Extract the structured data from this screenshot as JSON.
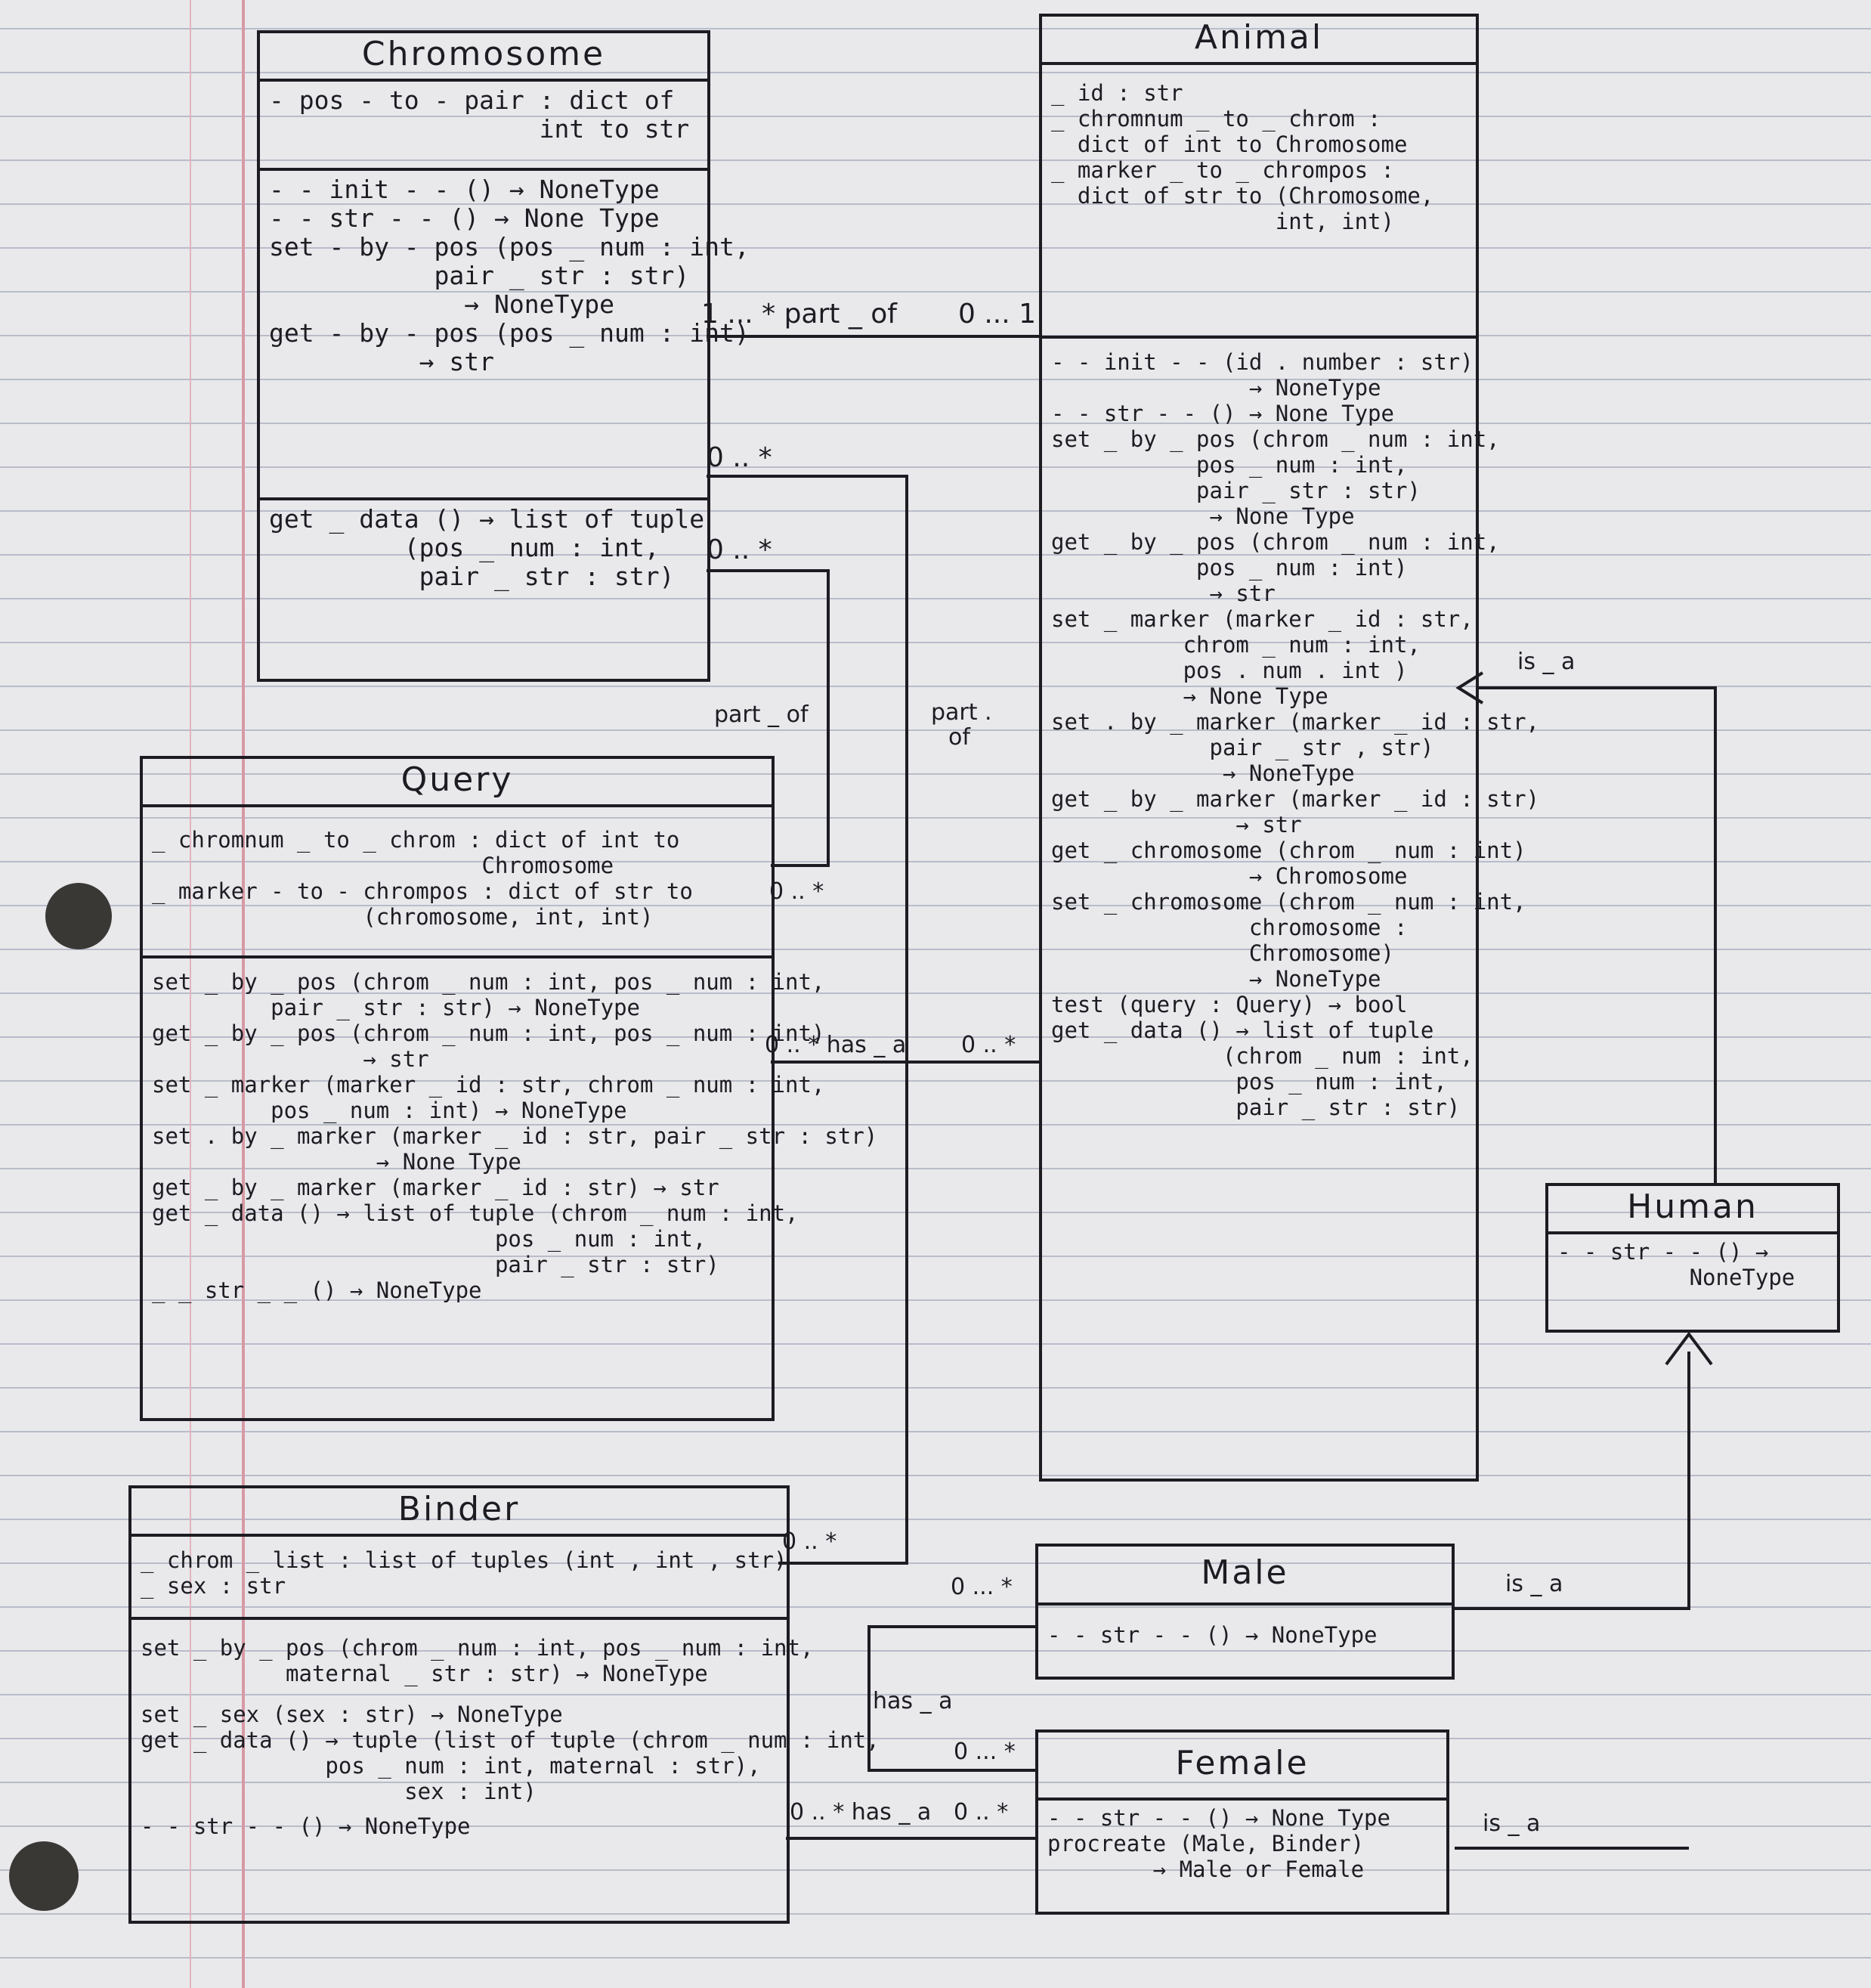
{
  "classes": {
    "chromosome": {
      "name": "Chromosome",
      "attributes": [
        "- pos - to - pair : dict of",
        "                  int to str"
      ],
      "methods": [
        "- - init - - () → NoneType",
        "- - str - - () → None Type",
        "set - by - pos (pos _ num : int,",
        "           pair _ str : str)",
        "             → NoneType",
        "get - by - pos (pos _ num : int)",
        "          → str"
      ],
      "methods2": [
        "get _ data () → list of tuple",
        "         (pos _ num : int,",
        "          pair _ str : str)"
      ]
    },
    "animal": {
      "name": "Animal",
      "attributes": [
        "_ id : str",
        "_ chromnum _ to _ chrom :",
        "  dict of int to Chromosome",
        "_ marker _ to _ chrompos :",
        "  dict of str to (Chromosome,",
        "                 int, int)"
      ],
      "methods": [
        "- - init - - (id . number : str)",
        "               → NoneType",
        "- - str - - () → None Type",
        "set _ by _ pos (chrom _ num : int,",
        "           pos _ num : int,",
        "           pair _ str : str)",
        "            → None Type",
        "get _ by _ pos (chrom _ num : int,",
        "           pos _ num : int)",
        "            → str",
        "set _ marker (marker _ id : str,",
        "          chrom _ num : int,",
        "          pos . num . int )",
        "          → None Type",
        "set . by _ marker (marker _ id : str,",
        "            pair _ str , str)",
        "             → NoneType",
        "get _ by _ marker (marker _ id : str)",
        "              → str",
        "get _ chromosome (chrom _ num : int)",
        "               → Chromosome",
        "set _ chromosome (chrom _ num : int,",
        "               chromosome :",
        "               Chromosome)",
        "               → NoneType",
        "test (query : Query) → bool",
        "get _ data () → list of tuple",
        "             (chrom _ num : int,",
        "              pos _ num : int,",
        "              pair _ str : str)"
      ]
    },
    "query": {
      "name": "Query",
      "attributes": [
        "_ chromnum _ to _ chrom : dict of int to",
        "                         Chromosome",
        "_ marker - to - chrompos : dict of str to",
        "                (chromosome, int, int)"
      ],
      "methods": [
        "set _ by _ pos (chrom _ num : int, pos _ num : int,",
        "         pair _ str : str) → NoneType",
        "get _ by _ pos (chrom _ num : int, pos _ num : int)",
        "                → str",
        "set _ marker (marker _ id : str, chrom _ num : int,",
        "         pos _ num : int) → NoneType",
        "set . by _ marker (marker _ id : str, pair _ str : str)",
        "                 → None Type",
        "get _ by _ marker (marker _ id : str) → str",
        "get _ data () → list of tuple (chrom _ num : int,",
        "                          pos _ num : int,",
        "                          pair _ str : str)",
        "_ _ str _ _ () → NoneType"
      ]
    },
    "binder": {
      "name": "Binder",
      "attributes": [
        "_ chrom _ list : list of tuples (int , int , str)",
        "_ sex : str"
      ],
      "methods": [
        "set _ by _ pos (chrom _ num : int, pos _ num : int,",
        "           maternal _ str : str) → NoneType",
        "set _ sex (sex : str) → NoneType",
        "get _ data () → tuple (list of tuple (chrom _ num : int,",
        "              pos _ num : int, maternal : str),",
        "                    sex : int)",
        "- - str - - () → NoneType"
      ]
    },
    "human": {
      "name": "Human",
      "methods": [
        "- - str - - () →",
        "          NoneType"
      ]
    },
    "male": {
      "name": "Male",
      "methods": [
        "- - str - - () → NoneType"
      ]
    },
    "female": {
      "name": "Female",
      "methods": [
        "- - str - - () → None Type",
        "procreate (Male, Binder)",
        "        → Male or Female"
      ]
    }
  },
  "relations": {
    "chrom_animal": {
      "left": "1 ... * part _ of",
      "right": "0 ... 1"
    },
    "chrom_multi_1": "0 .. *",
    "chrom_multi_2": "0 .. *",
    "part_of_left": "part _ of",
    "part_of_mid_1": "part .",
    "part_of_mid_2": "of",
    "query_multi": "0 .. *",
    "query_animal": {
      "left": "0 .. * has _ a",
      "right": "0 .. *"
    },
    "binder_multi": "0 .. *",
    "male_multi": "0 ... *",
    "has_a_loop": "has _ a",
    "female_multi": "0 ... *",
    "binder_female": {
      "left": "0 .. * has _ a",
      "right": "0 .. *"
    },
    "is_a_animal": "is _ a",
    "is_a_male": "is _ a",
    "is_a_female": "is _ a"
  }
}
